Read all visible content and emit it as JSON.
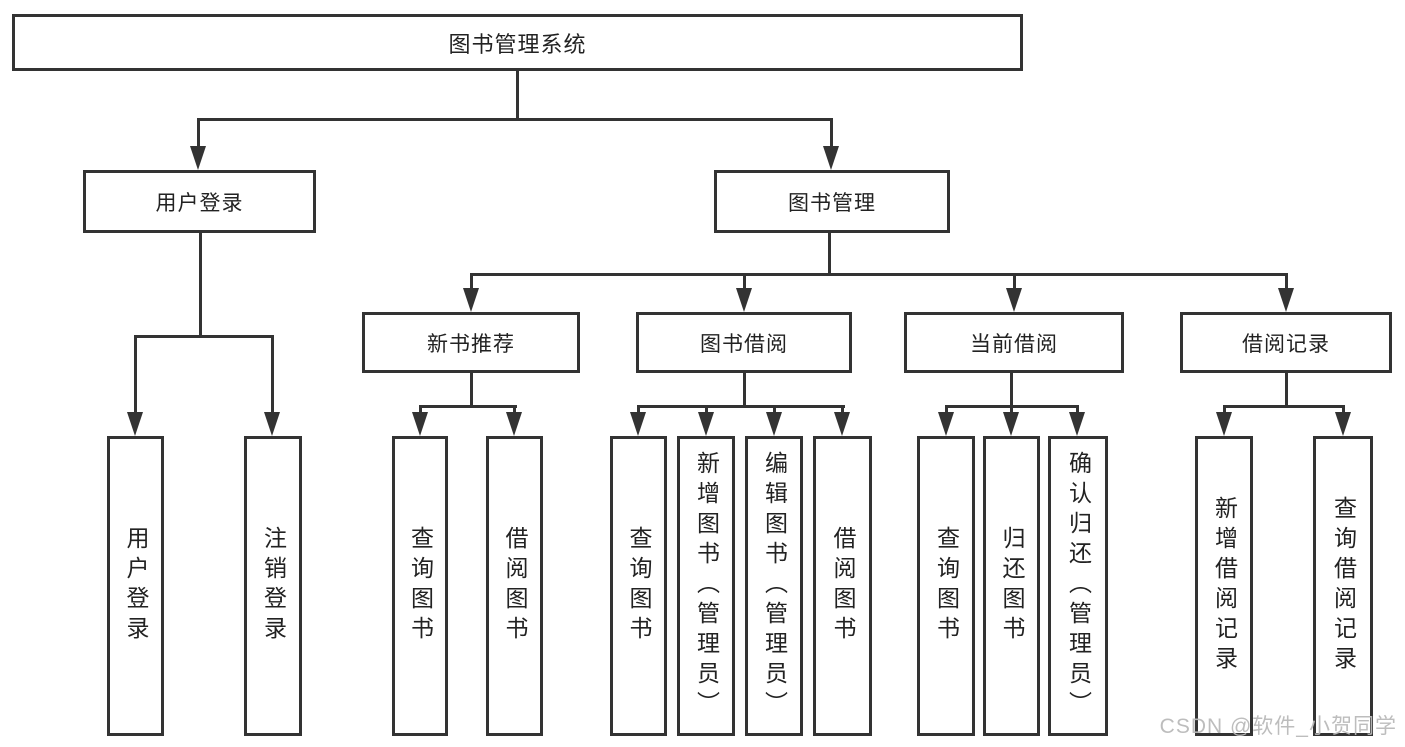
{
  "colors": {
    "line": "#333333",
    "text": "#222222",
    "background": "#ffffff",
    "watermark": "#b9b9b9"
  },
  "watermark": {
    "text": "CSDN @软件_小贺同学"
  },
  "tree": {
    "root": {
      "label": "图书管理系统"
    },
    "children": [
      {
        "label": "用户登录",
        "children": [
          {
            "label": "用户登录"
          },
          {
            "label": "注销登录"
          }
        ]
      },
      {
        "label": "图书管理",
        "children": [
          {
            "label": "新书推荐",
            "children": [
              {
                "label": "查询图书"
              },
              {
                "label": "借阅图书"
              }
            ]
          },
          {
            "label": "图书借阅",
            "children": [
              {
                "label": "查询图书"
              },
              {
                "label": "新增图书（管理员）"
              },
              {
                "label": "编辑图书（管理员）"
              },
              {
                "label": "借阅图书"
              }
            ]
          },
          {
            "label": "当前借阅",
            "children": [
              {
                "label": "查询图书"
              },
              {
                "label": "归还图书"
              },
              {
                "label": "确认归还（管理员）"
              }
            ]
          },
          {
            "label": "借阅记录",
            "children": [
              {
                "label": "新增借阅记录"
              },
              {
                "label": "查询借阅记录"
              }
            ]
          }
        ]
      }
    ]
  }
}
